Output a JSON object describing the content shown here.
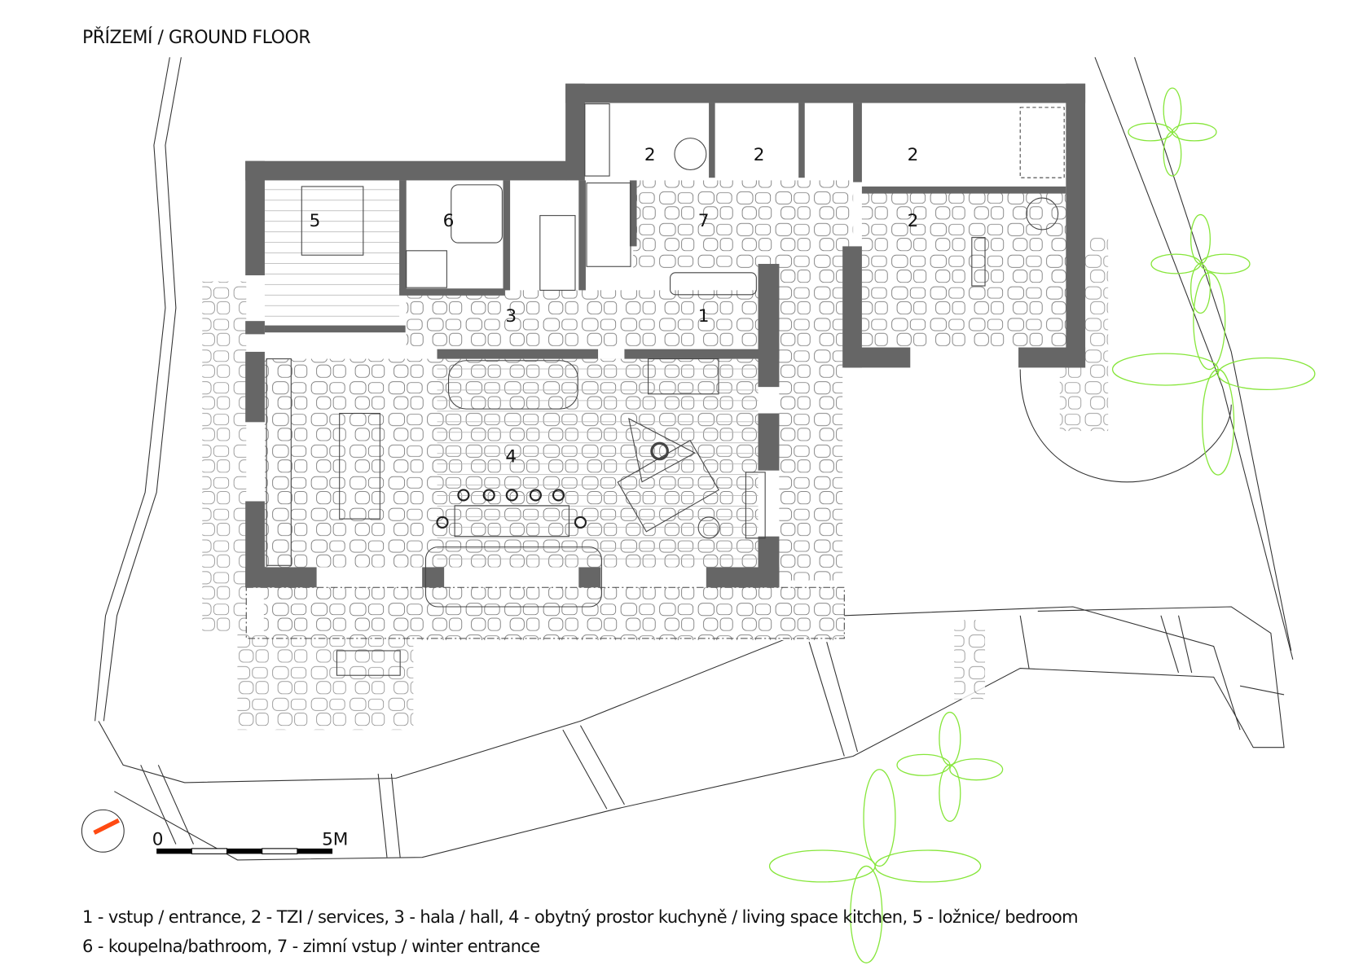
{
  "title": "PŘÍZEMÍ / GROUND FLOOR",
  "rooms": {
    "r1": "1",
    "r2a": "2",
    "r2b": "2",
    "r2c": "2",
    "r2d": "2",
    "r3": "3",
    "r4": "4",
    "r5": "5",
    "r6": "6",
    "r7": "7"
  },
  "scale_bar": {
    "start": "0",
    "end": "5M"
  },
  "legend": {
    "line1": "1 - vstup / entrance, 2 - TZI / services, 3 - hala /  hall, 4 - obytný prostor kuchyně / living space kitchen, 5 - ložnice/ bedroom",
    "line2": "6 - koupelna/bathroom, 7 - zimní vstup / winter entrance"
  },
  "colors": {
    "wall": "#666666",
    "tree": "#86e63a",
    "north": "#ff4a12",
    "line": "#333333"
  }
}
